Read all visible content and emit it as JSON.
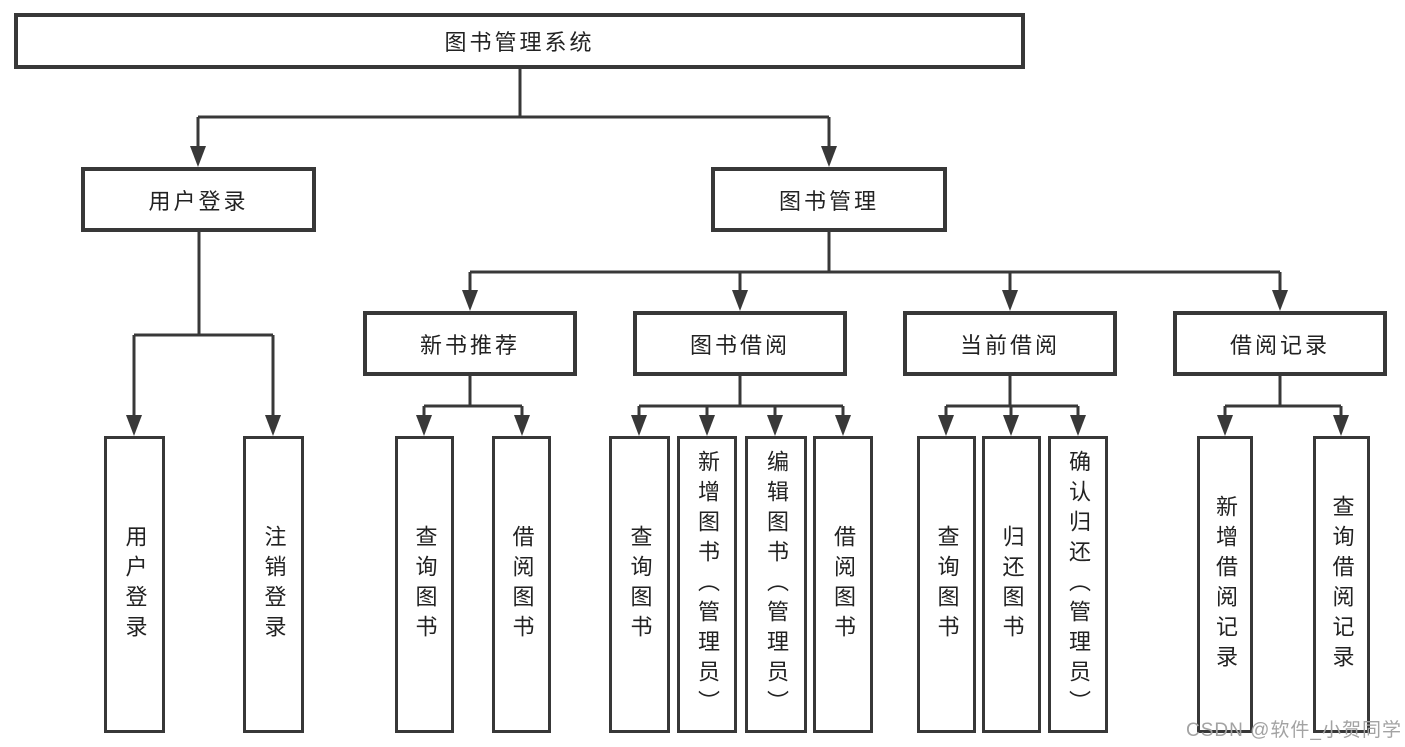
{
  "title": "图书管理系统",
  "watermark": "CSDN @软件_小贺同学",
  "colors": {
    "line": "#383838",
    "box_border": "#383838",
    "text": "#222222",
    "watermark": "#a3a3a3",
    "background": "#ffffff"
  },
  "tree": {
    "root": "图书管理系统",
    "branches": [
      {
        "label": "用户登录",
        "children": [
          "用户登录",
          "注销登录"
        ]
      },
      {
        "label": "图书管理",
        "sections": [
          {
            "label": "新书推荐",
            "children": [
              "查询图书",
              "借阅图书"
            ]
          },
          {
            "label": "图书借阅",
            "children": [
              "查询图书",
              "新增图书（管理员）",
              "编辑图书（管理员）",
              "借阅图书"
            ]
          },
          {
            "label": "当前借阅",
            "children": [
              "查询图书",
              "归还图书",
              "确认归还（管理员）"
            ]
          },
          {
            "label": "借阅记录",
            "children": [
              "新增借阅记录",
              "查询借阅记录"
            ]
          }
        ]
      }
    ]
  }
}
